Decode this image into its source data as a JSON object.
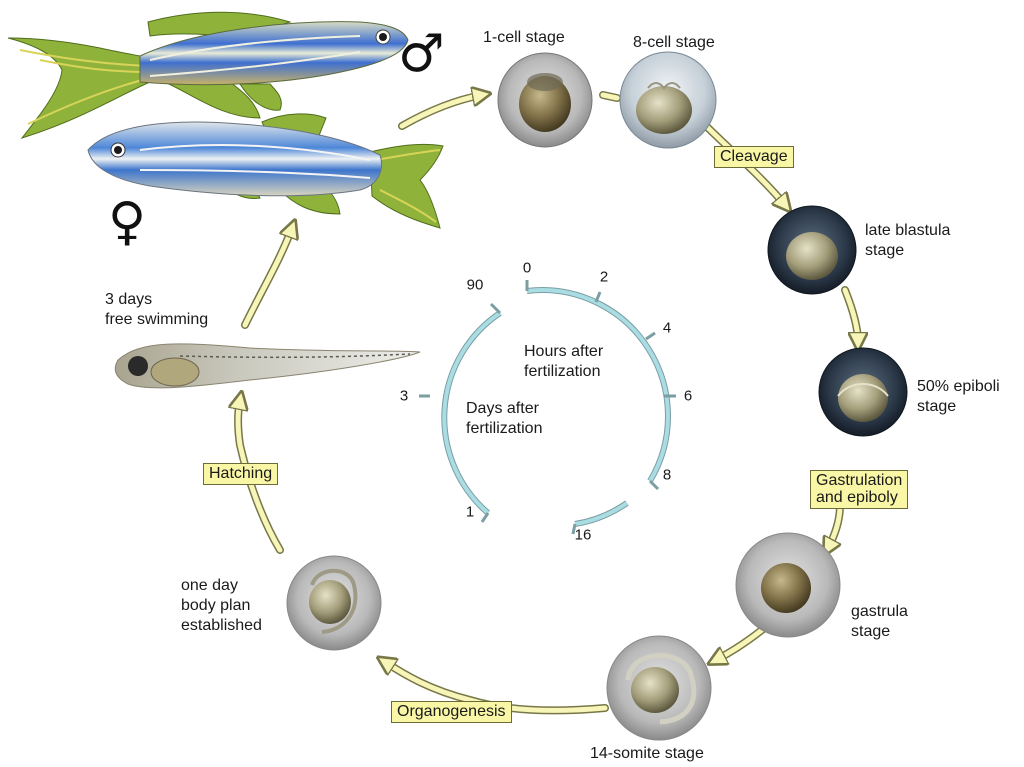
{
  "stages": {
    "one_cell": "1-cell stage",
    "eight_cell": "8-cell stage",
    "late_blastula": "late blastula\nstage",
    "epiboly50": "50% epiboli\nstage",
    "gastrula": "gastrula\nstage",
    "somite14": "14-somite stage",
    "one_day": "one day\nbody plan\nestablished",
    "free_swimming": "3 days\nfree swimming"
  },
  "processes": {
    "cleavage": "Cleavage",
    "gastrulation": "Gastrulation\nand epiboly",
    "organogenesis": "Organogenesis",
    "hatching": "Hatching"
  },
  "timeline": {
    "hours_label": "Hours after\nfertilization",
    "days_label": "Days after\nfertilization",
    "hour_ticks": [
      "0",
      "2",
      "4",
      "6",
      "8",
      "16"
    ],
    "day_ticks": [
      "1",
      "3",
      "90"
    ]
  },
  "symbols": {
    "male": "♂",
    "female": "♀"
  },
  "colors": {
    "arrow_fill": "#f7f5b8",
    "arrow_stroke": "#777747",
    "label_box": "#f9f7a6",
    "timeline_ring": "#a9dde3",
    "fish_stripe": "#3e6fd0",
    "fish_fin": "#8fb33a"
  }
}
